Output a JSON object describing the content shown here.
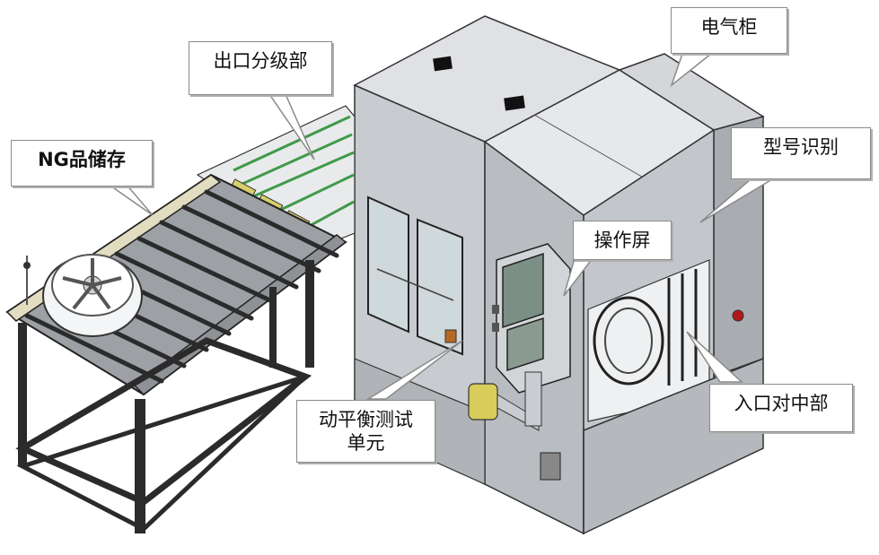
{
  "labels": {
    "electrical_cabinet": "电气柜",
    "outlet_grading": "出口分级部",
    "ng_storage": "NG品储存",
    "model_recognition": "型号识别",
    "operation_screen": "操作屏",
    "inlet_centering": "入口对中部",
    "dynamic_balance_unit": "动平衡测试\n单元"
  },
  "colors": {
    "frame_dark": "#2b2b2b",
    "panel_light": "#d7d9dc",
    "panel_mid": "#b9bcc0",
    "glass": "#c9d3d6",
    "yellow_roller": "#d9cf6a",
    "green_belt": "#3f9a49",
    "conveyor_tan": "#e2dcc0",
    "callout_border": "#8a8a8a"
  }
}
